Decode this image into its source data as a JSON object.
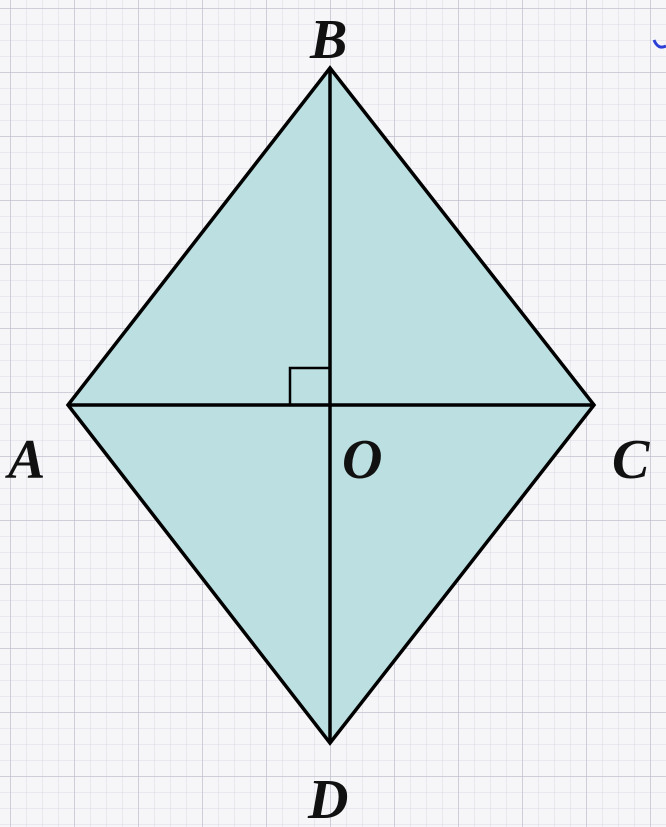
{
  "points": {
    "A": "A",
    "B": "B",
    "C": "C",
    "D": "D",
    "O": "O"
  },
  "colors": {
    "fill": "#bce0e2",
    "stroke": "#000000",
    "pen_mark": "#2b3fd6"
  }
}
